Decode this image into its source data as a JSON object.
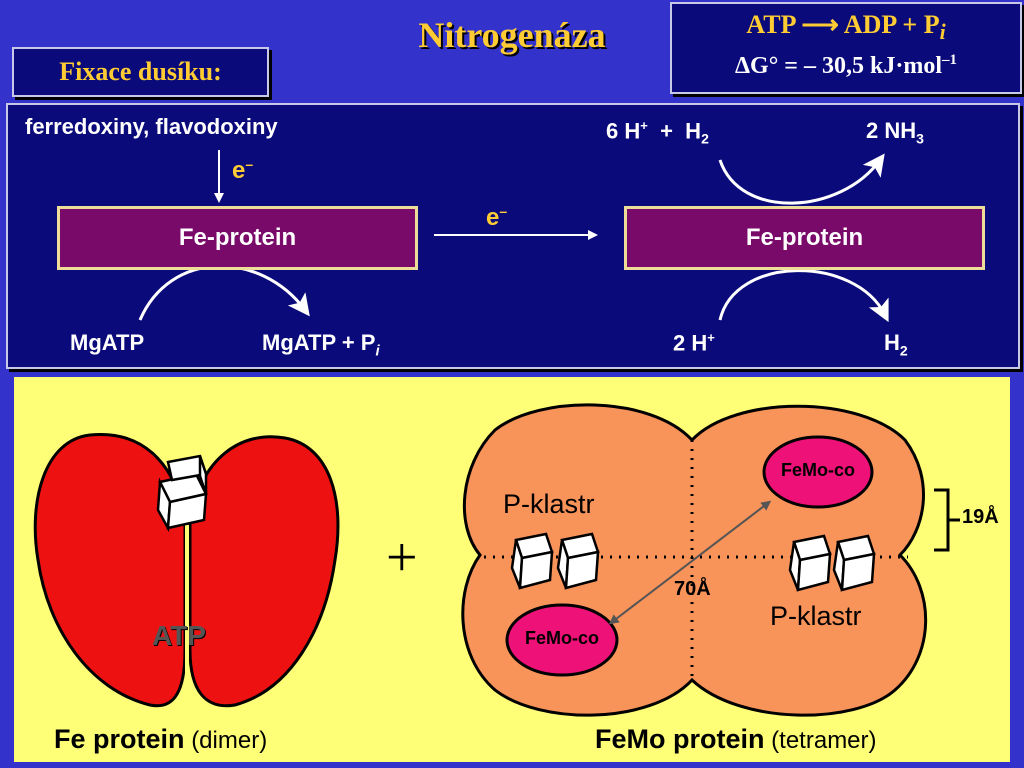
{
  "title": "Nitrogenáza",
  "section_label": "Fixace dusíku:",
  "atp_box": {
    "atp": "ATP",
    "arrow": "⟶",
    "adp": "ADP",
    "plus": "+",
    "p": "P",
    "i": "i",
    "delta_g": "ΔG° =",
    "value": "– 30,5 kJ·mol",
    "exp": "–1"
  },
  "reaction": {
    "donors": "ferredoxiny, flavodoxiny",
    "electron": "e",
    "minus": "–",
    "fe_protein_left": "Fe-protein",
    "fe_protein_right": "Fe-protein",
    "mgatp": "MgATP",
    "mgadp": "MgATP + P",
    "mgadp_i": "i",
    "substrate_coef": "6 H",
    "plus_sup": "+",
    "plus": "+",
    "h": "H",
    "sub2": "2",
    "product": "2 NH",
    "sub3": "3",
    "proton_coef": "2 H",
    "h2_product": "H"
  },
  "structure": {
    "plus_sign": "+",
    "atp_label": "ATP",
    "p_cluster_top": "P-klastr",
    "p_cluster_bottom": "P-klastr",
    "femoco_top": "FeMo-co",
    "femoco_bottom": "FeMo-co",
    "distance_70": "70Å",
    "distance_19": "19Å",
    "fe_protein_bold": "Fe protein",
    "fe_protein_note": "(dimer)",
    "femo_protein_bold": "FeMo protein",
    "femo_protein_note": "(tetramer)"
  },
  "colors": {
    "background": "#3333cc",
    "panel": "#0a0a7a",
    "title": "#ffcc33",
    "protein_box": "#7a0a6a",
    "yellow_panel": "#ffff77",
    "fe_protein_red": "#ee1111",
    "femo_orange": "#f8935a",
    "femoco_magenta": "#ee1177"
  }
}
